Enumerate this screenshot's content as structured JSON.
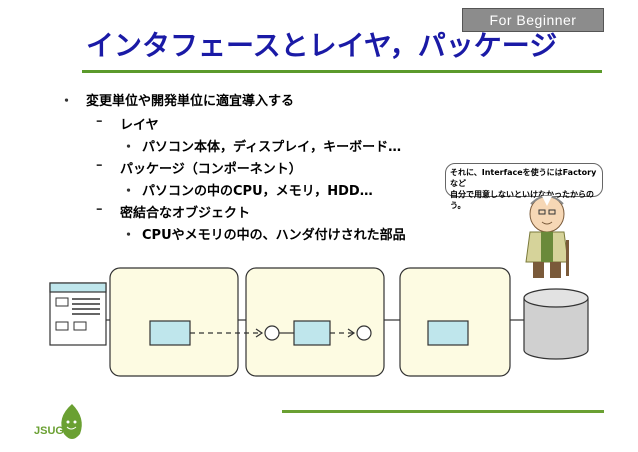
{
  "badge": "For Beginner",
  "title": "インタフェースとレイヤ，パッケージ",
  "bullets": [
    {
      "marker": "・",
      "text": "変更単位や開発単位に適宜導入する"
    },
    {
      "marker": "–",
      "text": "レイヤ"
    },
    {
      "marker": "・",
      "text": "パソコン本体，ディスプレイ，キーボード…"
    },
    {
      "marker": "–",
      "text": "パッケージ（コンポーネント）"
    },
    {
      "marker": "・",
      "text": "パソコンの中のCPU，メモリ，HDD…"
    },
    {
      "marker": "–",
      "text": "密結合なオブジェクト"
    },
    {
      "marker": "・",
      "text": "CPUやメモリの中の、ハンダ付けされた部品"
    }
  ],
  "callout": {
    "line1": "それに、Interfaceを使うにはFactoryなど",
    "line2": "自分で用意しないといけなかったからのう。"
  },
  "logo": "JSUG",
  "colors": {
    "title": "#1a1aa6",
    "accent_green": "#5b9a2b",
    "box_teal": "#bfe6ec",
    "panel_yellow": "#fdfbe2"
  },
  "icons": [
    "document-window-icon",
    "database-cylinder-icon",
    "old-man-character",
    "leaf-logo-icon"
  ]
}
